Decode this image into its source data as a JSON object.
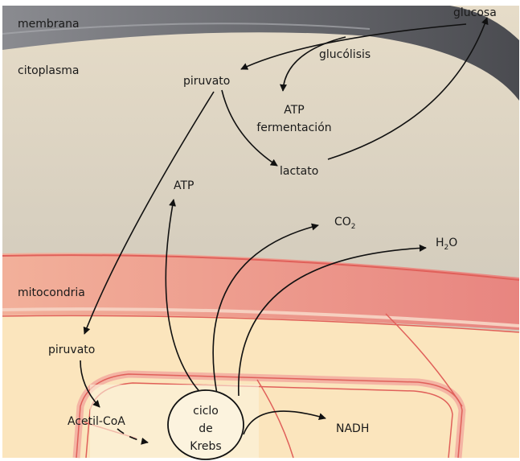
{
  "labels": {
    "membrana": "membrana",
    "citoplasma": "citoplasma",
    "mitocondria": "mitocondria",
    "glucosa": "glucosa",
    "glucolisis": "glucólisis",
    "piruvato_cyto": "piruvato",
    "atp_ferm": "ATP",
    "fermentacion": "fermentación",
    "lactato": "lactato",
    "atp_krebs": "ATP",
    "co2_base": "CO",
    "co2_sub": "2",
    "h2o_h": "H",
    "h2o_sub": "2",
    "h2o_o": "O",
    "piruvato_mito": "piruvato",
    "acetil_coa": "Acetil-CoA",
    "krebs_1": "ciclo",
    "krebs_2": "de",
    "krebs_3": "Krebs",
    "nadh": "NADH"
  },
  "colors": {
    "membrane": "#5f6066",
    "cytoplasm": "#e2d8c4",
    "mito_membrane": "#ec9888",
    "mito_matrix": "#fbe5bd",
    "cristae": "#e0605a"
  }
}
